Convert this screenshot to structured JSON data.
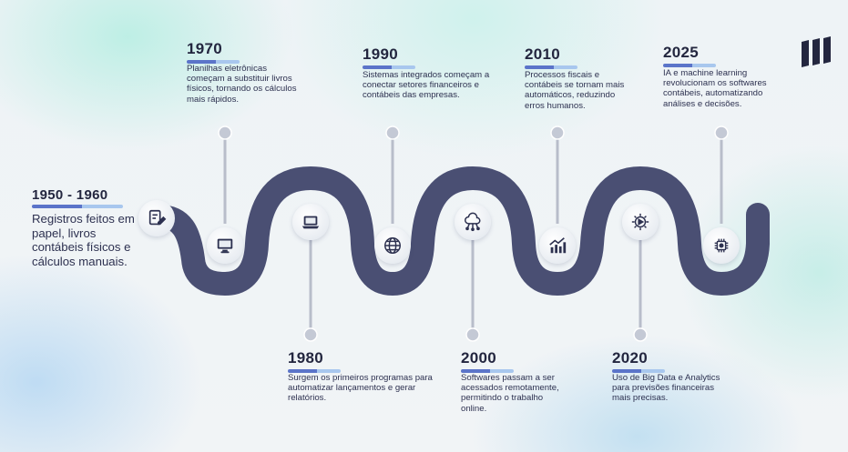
{
  "milestones": [
    {
      "id": "1950",
      "year": "1950 - 1960",
      "text": "Registros feitos em papel, livros contábeis físicos e cálculos manuais.",
      "icon": "document-pen-icon"
    },
    {
      "id": "1970",
      "year": "1970",
      "text": "Planilhas eletrônicas começam a substituir livros físicos, tornando os cálculos mais rápidos.",
      "icon": "desktop-computer-icon"
    },
    {
      "id": "1980",
      "year": "1980",
      "text": "Surgem os primeiros programas para automatizar lançamentos e gerar relatórios.",
      "icon": "laptop-icon"
    },
    {
      "id": "1990",
      "year": "1990",
      "text": "Sistemas integrados começam a conectar setores financeiros e contábeis das empresas.",
      "icon": "globe-icon"
    },
    {
      "id": "2000",
      "year": "2000",
      "text": "Softwares passam a ser acessados remotamente, permitindo o trabalho online.",
      "icon": "cloud-network-icon"
    },
    {
      "id": "2010",
      "year": "2010",
      "text": "Processos fiscais e contábeis se tornam mais automáticos, reduzindo erros humanos.",
      "icon": "growth-chart-icon"
    },
    {
      "id": "2020",
      "year": "2020",
      "text": "Uso de Big Data e Analytics para previsões financeiras mais precisas.",
      "icon": "gear-analytics-icon"
    },
    {
      "id": "2025",
      "year": "2025",
      "text": "IA e machine learning revolucionam os softwares contábeis, automatizando análises e decisões.",
      "icon": "ai-chip-icon"
    }
  ],
  "colors": {
    "road": "#4a4f73",
    "accent": "#5b74c9",
    "accent_light": "#a8c7ee",
    "connector": "#b3b8c6"
  }
}
